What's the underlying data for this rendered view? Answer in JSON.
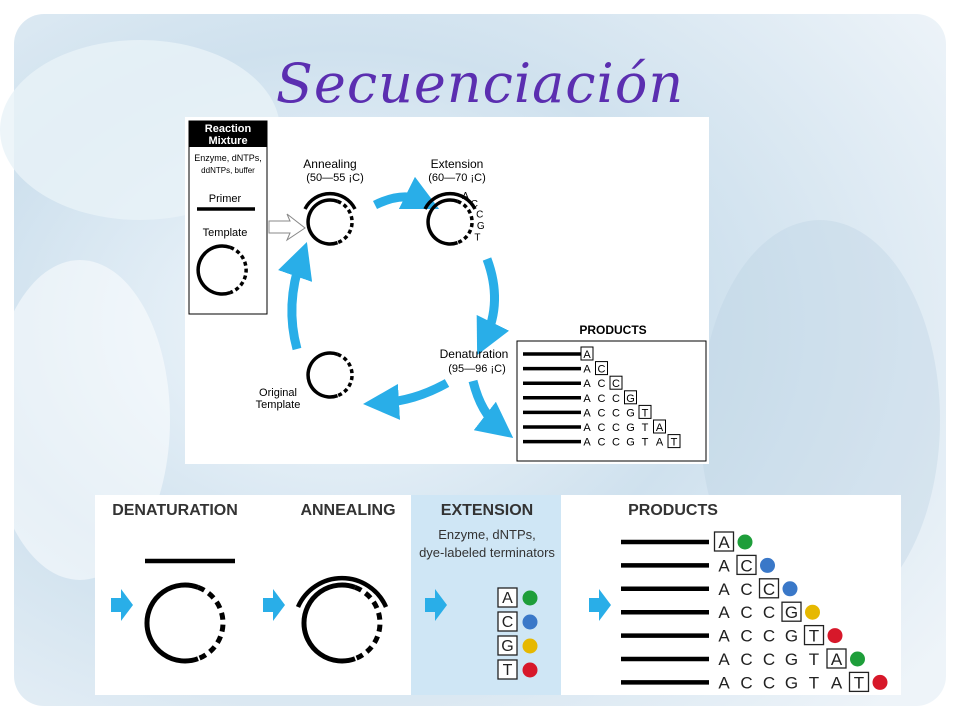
{
  "slide": {
    "title": "Secuenciación"
  },
  "top_diagram": {
    "reaction_mixture": {
      "title_line1": "Reaction",
      "title_line2": "Mixture",
      "contents_line1": "Enzyme, dNTPs,",
      "contents_line2": "ddNTPs, buffer",
      "primer_label": "Primer",
      "template_label": "Template"
    },
    "annealing": {
      "label": "Annealing",
      "temp": "(50—55 ¡C)"
    },
    "extension": {
      "label": "Extension",
      "temp": "(60—70 ¡C)",
      "letters": [
        "A",
        "C",
        "C",
        "G",
        "T"
      ]
    },
    "denaturation": {
      "label": "Denaturation",
      "temp": "(95—96 ¡C)"
    },
    "original_template": {
      "label_line1": "Original",
      "label_line2": "Template"
    },
    "products": {
      "title": "PRODUCTS",
      "rows": [
        "A",
        "AC",
        "ACC",
        "ACCG",
        "ACCGT",
        "ACCGTA",
        "ACCGTAT"
      ]
    }
  },
  "bottom_diagram": {
    "denaturation_label": "DENATURATION",
    "annealing_label": "ANNEALING",
    "extension_label": "EXTENSION",
    "extension_contents_line1": "Enzyme, dNTPs,",
    "extension_contents_line2": "dye-labeled terminators",
    "terminators": [
      {
        "base": "A",
        "color": "#1e9e3a"
      },
      {
        "base": "C",
        "color": "#3a78c8"
      },
      {
        "base": "G",
        "color": "#e6b800"
      },
      {
        "base": "T",
        "color": "#d7182a"
      }
    ],
    "products_label": "PRODUCTS",
    "products_rows": [
      "A",
      "AC",
      "ACC",
      "ACCG",
      "ACCGT",
      "ACCGTA",
      "ACCGTAT"
    ]
  }
}
